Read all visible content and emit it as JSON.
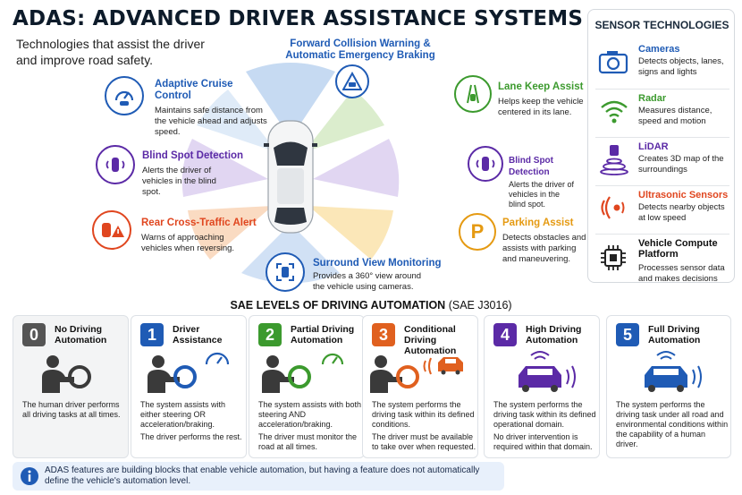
{
  "header": {
    "title": "ADAS: ADVANCED DRIVER ASSISTANCE SYSTEMS",
    "subtitle": "Technologies that assist the driver and improve road safety."
  },
  "features": {
    "fcw": {
      "title": "Forward Collision Warning & Automatic Emergency Braking",
      "color": "#1f5bb5",
      "icon": "car-warning-icon"
    },
    "acc": {
      "title": "Adaptive Cruise Control",
      "desc": "Maintains safe distance from the vehicle ahead and adjusts speed.",
      "color": "#1f5bb5",
      "icon": "speedometer-icon"
    },
    "bsd_left": {
      "title": "Blind Spot Detection",
      "desc": "Alerts the driver of vehicles in the blind spot.",
      "color": "#5b2aa6",
      "icon": "car-radar-icon"
    },
    "rcta": {
      "title": "Rear Cross-Traffic Alert",
      "desc": "Warns of approaching vehicles when reversing.",
      "color": "#e0461f",
      "icon": "car-alert-icon"
    },
    "svm": {
      "title": "Surround View Monitoring",
      "desc": "Provides a 360° view around the vehicle using cameras.",
      "color": "#1f5bb5",
      "icon": "camera-view-icon"
    },
    "lka": {
      "title": "Lane Keep Assist",
      "desc": "Helps keep the vehicle centered in its lane.",
      "color": "#3c9a2e",
      "icon": "lane-icon"
    },
    "bsd_right": {
      "title": "Blind Spot Detection",
      "desc": "Alerts the driver of vehicles in the blind spot.",
      "color": "#5b2aa6",
      "icon": "car-radar-icon"
    },
    "park": {
      "title": "Parking Assist",
      "desc": "Detects obstacles and assists with parking and maneuvering.",
      "color": "#e59a12",
      "icon": "parking-icon"
    }
  },
  "sensors": {
    "heading": "SENSOR TECHNOLOGIES",
    "items": [
      {
        "name": "Cameras",
        "desc": "Detects objects, lanes, signs and lights",
        "color": "#1f5bb5",
        "icon": "camera-icon"
      },
      {
        "name": "Radar",
        "desc": "Measures distance, speed and motion",
        "color": "#3c9a2e",
        "icon": "radar-icon"
      },
      {
        "name": "LiDAR",
        "desc": "Creates 3D map of the surroundings",
        "color": "#5b2aa6",
        "icon": "lidar-icon"
      },
      {
        "name": "Ultrasonic Sensors",
        "desc": "Detects nearby objects at low speed",
        "color": "#e0461f",
        "icon": "ultrasonic-icon"
      },
      {
        "name": "Vehicle Compute Platform",
        "desc": "Processes sensor data and makes decisions",
        "color": "#111111",
        "icon": "chip-icon"
      }
    ]
  },
  "sae": {
    "heading": "SAE LEVELS OF DRIVING AUTOMATION",
    "note": "(SAE J3016)",
    "levels": [
      {
        "num": "0",
        "name": "No Driving Automation",
        "desc1": "The human driver performs all driving tasks at all times.",
        "desc2": "",
        "color": "#555555"
      },
      {
        "num": "1",
        "name": "Driver Assistance",
        "desc1": "The system assists with either steering OR acceleration/braking.",
        "desc2": "The driver performs the rest.",
        "color": "#1f5bb5"
      },
      {
        "num": "2",
        "name": "Partial Driving Automation",
        "desc1": "The system assists with both steering AND acceleration/braking.",
        "desc2": "The driver must monitor the road at all times.",
        "color": "#3c9a2e"
      },
      {
        "num": "3",
        "name": "Conditional Driving Automation",
        "desc1": "The system performs the driving task within its defined conditions.",
        "desc2": "The driver must be available to take over when requested.",
        "color": "#e0601f"
      },
      {
        "num": "4",
        "name": "High Driving Automation",
        "desc1": "The system performs the driving task within its defined operational domain.",
        "desc2": "No driver intervention is required within that domain.",
        "color": "#5b2aa6"
      },
      {
        "num": "5",
        "name": "Full Driving Automation",
        "desc1": "The system performs the driving task under all road and environmental conditions within the capability of a human driver.",
        "desc2": "",
        "color": "#1f5bb5"
      }
    ]
  },
  "info": {
    "text": "ADAS features are building blocks that enable vehicle automation, but having a feature does not automatically define the vehicle's automation level.",
    "icon": "info-icon"
  }
}
